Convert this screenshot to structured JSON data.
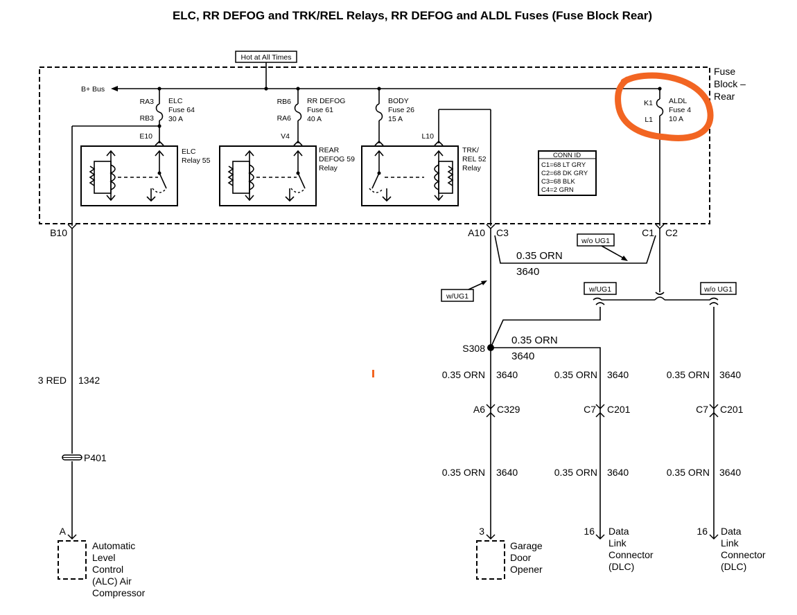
{
  "title": "ELC, RR DEFOG and TRK/REL Relays, RR DEFOG and ALDL Fuses (Fuse Block  Rear)",
  "hot_label": "Hot at All Times",
  "bplus": "B+ Bus",
  "fuse_block": {
    "l1": "Fuse",
    "l2": "Block –",
    "l3": "Rear"
  },
  "fuses": {
    "elc": {
      "top": "RA3",
      "bot": "RB3",
      "name": "ELC",
      "fuse": "Fuse 64",
      "amps": "30 A"
    },
    "rrdefog": {
      "top": "RB6",
      "bot": "RA6",
      "name": "RR DEFOG",
      "fuse": "Fuse 61",
      "amps": "40 A"
    },
    "body": {
      "name": "BODY",
      "fuse": "Fuse 26",
      "amps": "15 A"
    },
    "aldl": {
      "top": "K1",
      "bot": "L1",
      "name": "ALDL",
      "fuse": "Fuse 4",
      "amps": "10 A"
    }
  },
  "relays": {
    "elc": {
      "pin": "E10",
      "l1": "ELC",
      "l2": "Relay 55"
    },
    "rear": {
      "pin": "V4",
      "l1": "REAR",
      "l2": "DEFOG 59",
      "l3": "Relay"
    },
    "trk": {
      "pin": "L10",
      "l1": "TRK/",
      "l2": "REL 52",
      "l3": "Relay"
    }
  },
  "conn_id": {
    "title": "CONN ID",
    "lines": [
      "C1=68 LT GRY",
      "C2=68 DK GRY",
      "C3=68 BLK",
      "C4=2 GRN"
    ]
  },
  "pins": {
    "b10": "B10",
    "a10": "A10",
    "c3": "C3",
    "c1": "C1",
    "c2": "C2",
    "a": "A",
    "a6": "A6",
    "c329": "C329",
    "c7a": "C7",
    "c201a": "C201",
    "c7b": "C7",
    "c201b": "C201",
    "p3": "3",
    "p16a": "16",
    "p16b": "16"
  },
  "options": {
    "wo1": "w/o UG1",
    "w1": "w/UG1",
    "w2": "w/UG1",
    "wo2": "w/o UG1"
  },
  "wires": {
    "orn": "0.35 ORN",
    "c3640": "3640",
    "red": "3 RED",
    "c1342": "1342"
  },
  "splice": "S308",
  "inline_conn": "P401",
  "components": {
    "alc": [
      "Automatic",
      "Level",
      "Control",
      "(ALC) Air",
      "Compressor"
    ],
    "garage": [
      "Garage",
      "Door",
      "Opener"
    ],
    "dlc1": [
      "Data",
      "Link",
      "Connector",
      "(DLC)"
    ],
    "dlc2": [
      "Data",
      "Link",
      "Connector",
      "(DLC)"
    ]
  },
  "colors": {
    "highlight": "#f26522",
    "ink": "#000000"
  }
}
